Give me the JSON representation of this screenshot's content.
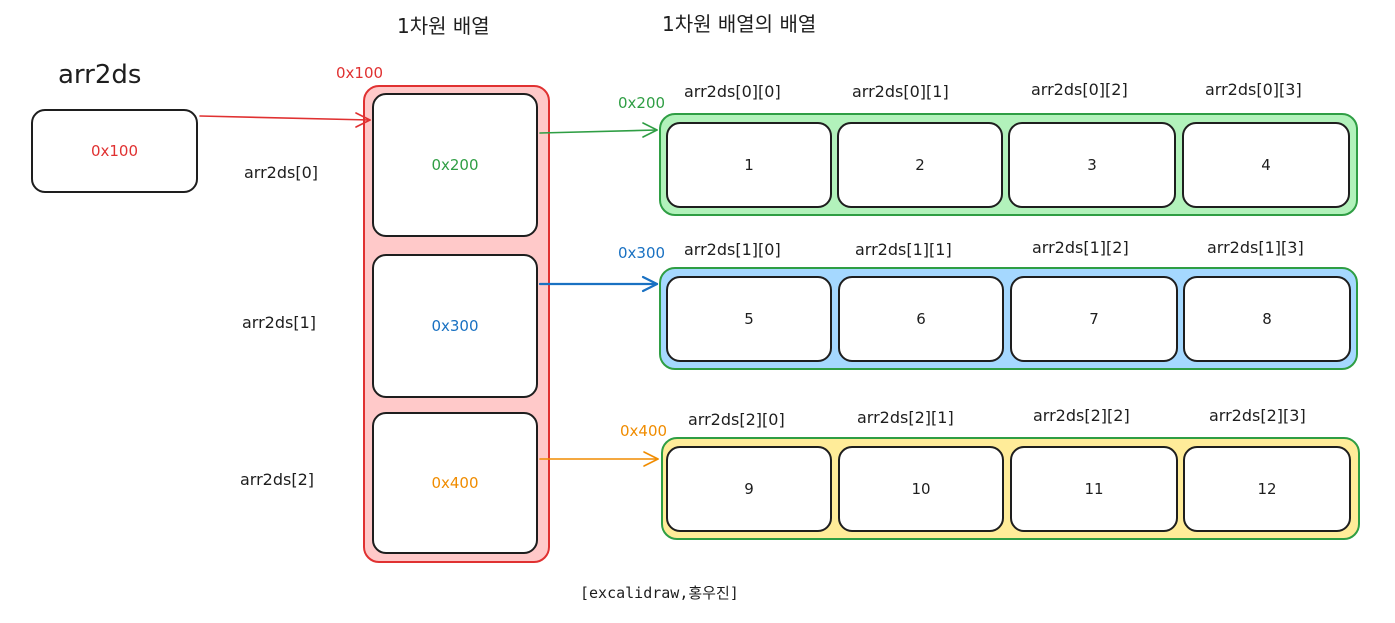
{
  "titles": {
    "one_dim": "1차원 배열",
    "array_of_arrays": "1차원 배열의 배열"
  },
  "var": {
    "name": "arr2ds",
    "value": "0x100"
  },
  "outer": {
    "address": "0x100",
    "rows": [
      {
        "label": "arr2ds[0]",
        "value": "0x200"
      },
      {
        "label": "arr2ds[1]",
        "value": "0x300"
      },
      {
        "label": "arr2ds[2]",
        "value": "0x400"
      }
    ]
  },
  "inner": [
    {
      "address": "0x200",
      "headers": [
        "arr2ds[0][0]",
        "arr2ds[0][1]",
        "arr2ds[0][2]",
        "arr2ds[0][3]"
      ],
      "values": [
        "1",
        "2",
        "3",
        "4"
      ]
    },
    {
      "address": "0x300",
      "headers": [
        "arr2ds[1][0]",
        "arr2ds[1][1]",
        "arr2ds[1][2]",
        "arr2ds[1][3]"
      ],
      "values": [
        "5",
        "6",
        "7",
        "8"
      ]
    },
    {
      "address": "0x400",
      "headers": [
        "arr2ds[2][0]",
        "arr2ds[2][1]",
        "arr2ds[2][2]",
        "arr2ds[2][3]"
      ],
      "values": [
        "9",
        "10",
        "11",
        "12"
      ]
    }
  ],
  "colors": {
    "red": "#e03131",
    "red_fill": "#ffc9c9",
    "green": "#2f9e44",
    "green_fill": "#b2f2bb",
    "blue": "#1971c2",
    "blue_fill": "#a5d8ff",
    "orange": "#f08c00",
    "yellow_fill": "#ffec99"
  },
  "caption": "[excalidraw,홍우진]"
}
